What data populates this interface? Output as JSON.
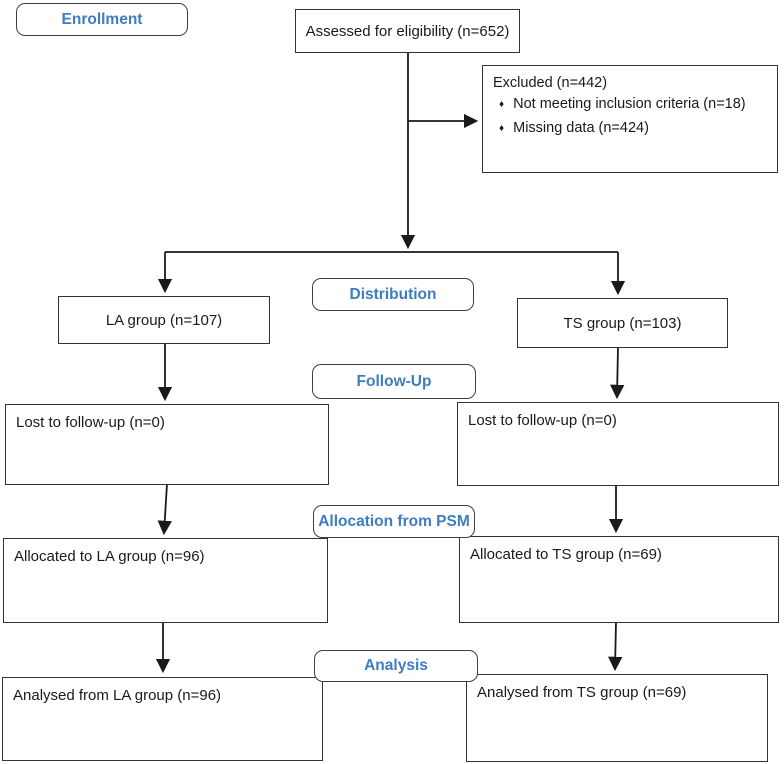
{
  "flow": {
    "stages": {
      "enrollment": "Enrollment",
      "distribution": "Distribution",
      "follow_up": "Follow-Up",
      "allocation": "Allocation from PSM",
      "analysis": "Analysis"
    },
    "bullet_glyph": "♦",
    "boxes": {
      "assessed": "Assessed for eligibility (n=652)",
      "excluded_title": "Excluded (n=442)",
      "excluded_items": [
        "Not meeting inclusion criteria (n=18)",
        "Missing data (n=424)"
      ],
      "la_group": "LA group (n=107)",
      "ts_group": "TS group (n=103)",
      "lost_la": "Lost to follow-up (n=0)",
      "lost_ts": "Lost to follow-up (n=0)",
      "allocated_la": "Allocated to LA group (n=96)",
      "allocated_ts": "Allocated to TS group (n=69)",
      "analysed_la": "Analysed from LA group (n=96)",
      "analysed_ts": "Analysed from TS group (n=69)"
    },
    "colors": {
      "stage_label_text": "#3e7dc1",
      "box_border": "#333333",
      "connector": "#1a1a1a"
    }
  }
}
